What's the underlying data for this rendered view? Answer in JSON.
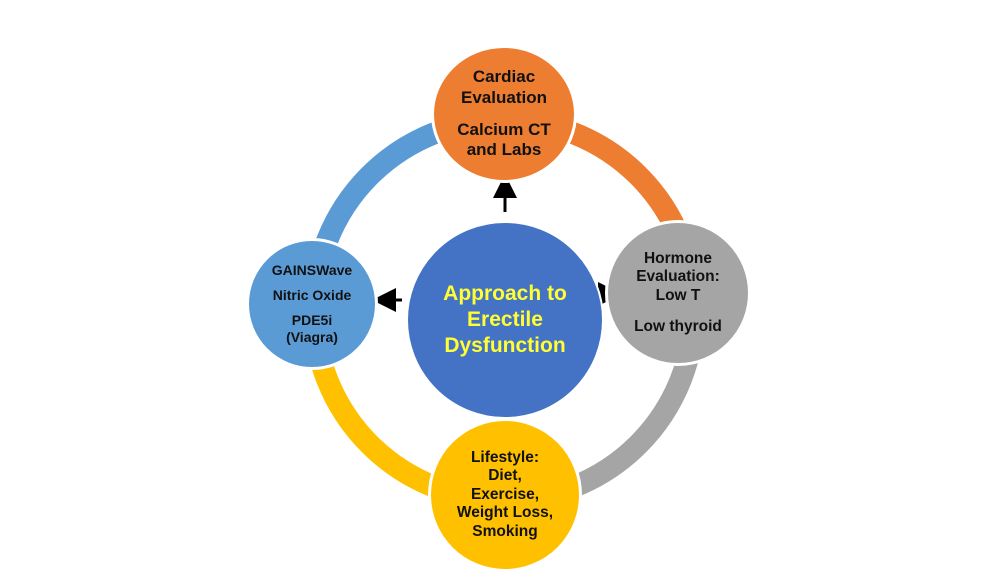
{
  "colors": {
    "center": "#4472c4",
    "center_text": "#ffff33",
    "cardiac": "#ed7d31",
    "hormone": "#a5a5a5",
    "lifestyle": "#ffc000",
    "treatment": "#5b9bd5",
    "arrow": "#000000"
  },
  "center": {
    "lines": [
      "Approach to",
      "Erectile",
      "Dysfunction"
    ]
  },
  "cardiac": {
    "lines": [
      "Cardiac",
      "Evaluation",
      "Calcium CT",
      "and Labs"
    ]
  },
  "hormone": {
    "lines": [
      "Hormone",
      "Evaluation:",
      "Low T",
      "Low thyroid"
    ]
  },
  "lifestyle": {
    "lines": [
      "Lifestyle:",
      "Diet,",
      "Exercise,",
      "Weight Loss,",
      "Smoking"
    ]
  },
  "treatment": {
    "lines": [
      "GAINSWave",
      "Nitric Oxide",
      "PDE5i",
      "(Viagra)"
    ]
  }
}
